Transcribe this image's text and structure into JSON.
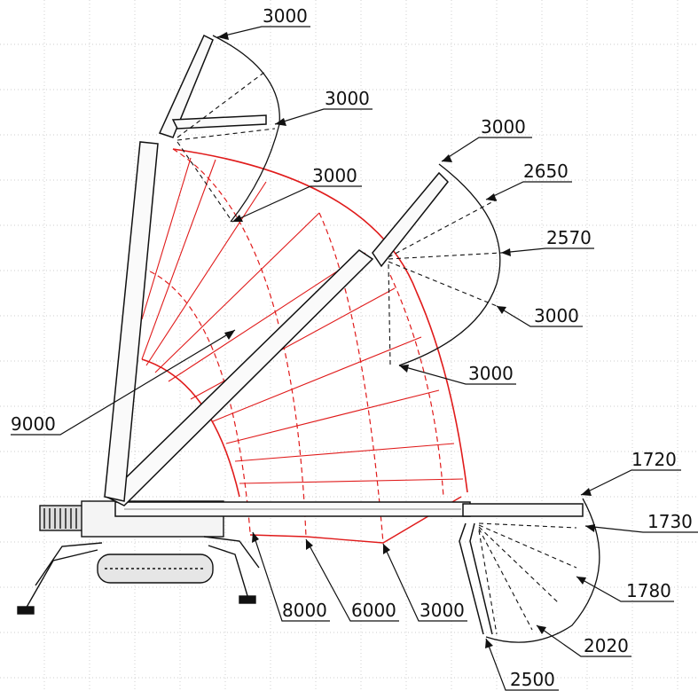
{
  "labels": {
    "l1": "3000",
    "l2": "3000",
    "l3": "3000",
    "l4": "3000",
    "l5": "2650",
    "l6": "2570",
    "l7": "3000",
    "l8": "3000",
    "l9": "9000",
    "l10": "1720",
    "l11": "1730",
    "l12": "1780",
    "l13": "2020",
    "l14": "2500",
    "l15": "8000",
    "l16": "6000",
    "l17": "3000"
  }
}
